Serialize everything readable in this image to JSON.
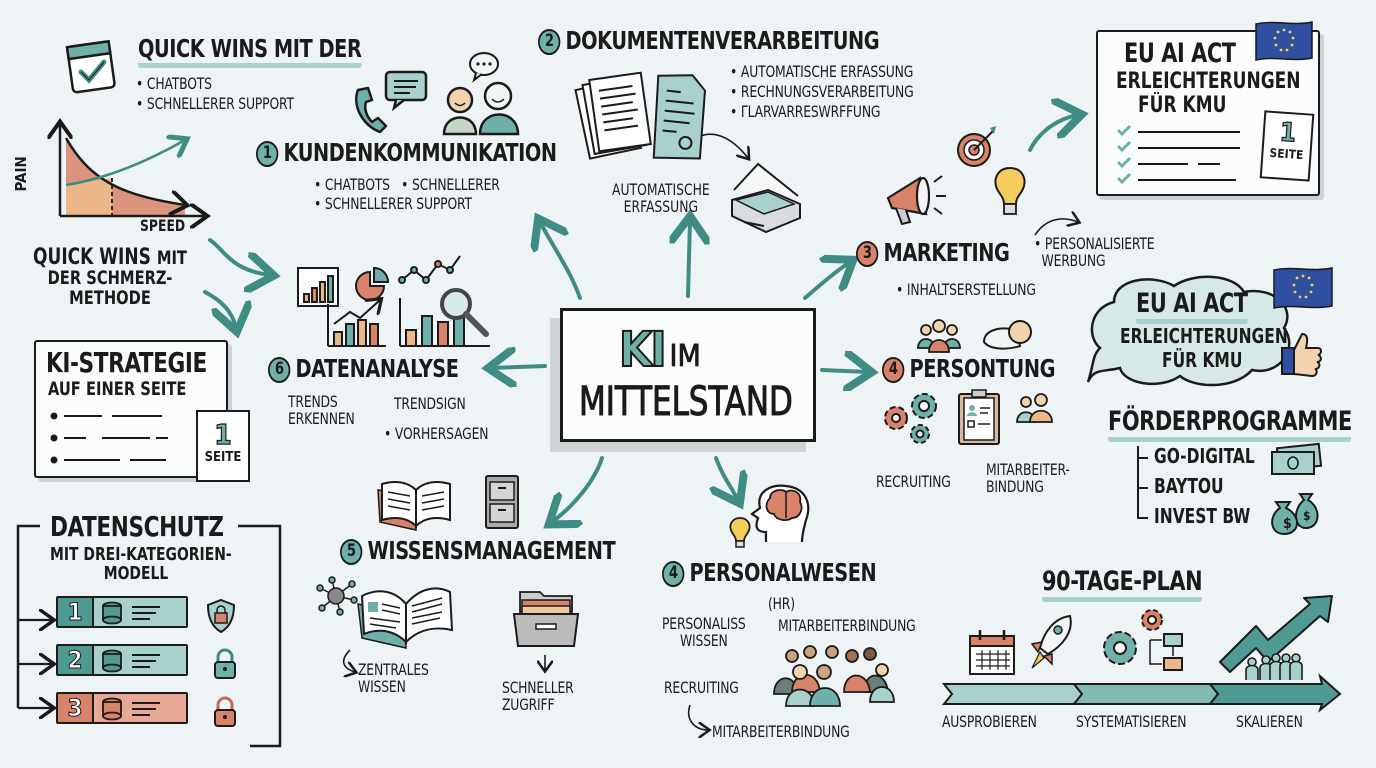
{
  "title": {
    "ki": "KI",
    "im": "IM",
    "mittelstand": "MITTELSTAND"
  },
  "colors": {
    "background": "#eef3f6",
    "teal": "#6fb1aa",
    "teal_dark": "#3f8c85",
    "coral": "#d9826a",
    "light_teal": "#a8d1cd",
    "eu_blue": "#2f4fa0",
    "ink": "#1b1b1b"
  },
  "quick_wins_top": {
    "title": "QUICK WINS MIT DER",
    "bullets": [
      "CHATBOTS",
      "SCHNELLERER SUPPORT"
    ]
  },
  "pain_chart": {
    "y_label": "PAIN",
    "x_label": "SPEED"
  },
  "quick_wins_method": {
    "line1_bold": "QUICK WINS",
    "line1_rest": "MIT",
    "line2": "DER SCHMERZ-",
    "line3": "METHODE"
  },
  "strategy": {
    "title": "KI-STRATEGIE",
    "subtitle": "AUF EINER SEITE",
    "page_num": "1",
    "page_label": "SEITE"
  },
  "datenschutz": {
    "title": "DATENSCHUTZ",
    "subtitle1": "MIT DREI-KATEGORIEN-",
    "subtitle2": "MODELL",
    "categories": [
      {
        "num": "1",
        "icon": "shield-lock-icon"
      },
      {
        "num": "2",
        "icon": "lock-icon"
      },
      {
        "num": "3",
        "icon": "lock-icon"
      }
    ]
  },
  "topics": {
    "kunden": {
      "num": "1",
      "title": "KUNDENKOMMUNIKATION",
      "bullets": [
        "CHATBOTS",
        "SCHNELLERER",
        "SCHNELLERER SUPPORT"
      ]
    },
    "dokumente": {
      "num": "2",
      "title": "DOKUMENTENVERARBEITUNG",
      "bullets": [
        "AUTOMATISCHE ERFASSUNG",
        "RECHNUNGSVERARBEITUNG",
        "ΓLARVARRESWRFFUNG"
      ],
      "scanner_label1": "AUTOMATISCHE",
      "scanner_label2": "ERFASSUNG"
    },
    "marketing": {
      "num": "3",
      "title": "MARKETING",
      "bullets": [
        "PERSONALISIERTE",
        "WERBUNG",
        "INHALTSERSTELLUNG"
      ]
    },
    "persontung": {
      "num": "4",
      "title": "PERSONTUNG",
      "label_left": "RECRUITING",
      "label_right1": "MITARBEITER-",
      "label_right2": "BINDUNG"
    },
    "wissen": {
      "num": "5",
      "title": "WISSENSMANAGEMENT",
      "left1": "ZENTRALES",
      "left2": "WISSEN",
      "right1": "SCHNELLER",
      "right2": "ZUGRIFF"
    },
    "daten": {
      "num": "6",
      "title": "DATENANALYSE",
      "left1": "TRENDS",
      "left2": "ERKENNEN",
      "right1": "TRENDSIGN",
      "right2": "VORHERSAGEN"
    },
    "personal": {
      "num": "4",
      "title": "PERSONALWESEN",
      "sub": "(HR)",
      "left1": "PERSONALISS",
      "left2": "WISSEN",
      "right": "MITARBEITERBINDUNG",
      "recruiting": "RECRUITING",
      "bottom": "MITARBEITERBINDUNG"
    }
  },
  "eu_act_doc": {
    "line1": "EU AI ACT",
    "line2": "ERLEICHTERUNGEN",
    "line3": "FÜR KMU",
    "page_num": "1",
    "page_label": "SEITE"
  },
  "eu_act_cloud": {
    "line1": "EU AI ACT",
    "line2": "ERLEICHTERUNGEN",
    "line3": "FÜR KMU"
  },
  "foerder": {
    "title": "FÖRDERPROGRAMME",
    "items": [
      "GO-DIGITAL",
      "BAYTOU",
      "INVEST BW"
    ]
  },
  "plan": {
    "title": "90-TAGE-PLAN",
    "phases": [
      "AUSPROBIEREN",
      "SYSTEMATISIEREN",
      "SKALIEREN"
    ]
  }
}
